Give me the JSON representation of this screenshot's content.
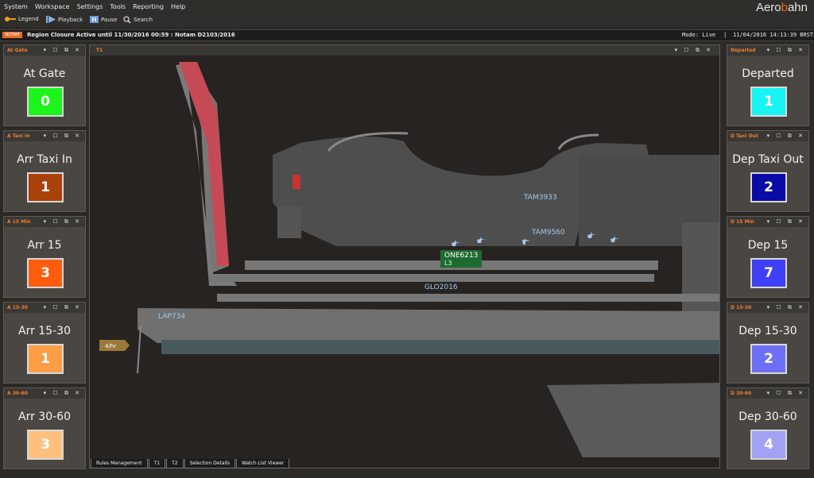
{
  "menu": [
    "System",
    "Workspace",
    "Settings",
    "Tools",
    "Reporting",
    "Help"
  ],
  "brand": {
    "prefix": "Aero",
    "highlight": "b",
    "suffix": "ahn"
  },
  "toolbar": {
    "legend": "Legend",
    "playback": "Playback",
    "pause": "Pause",
    "search": "Search"
  },
  "status": {
    "badge": "NOTAM",
    "message": "Region Closure Active until 11/30/2016 00:59 : Notam D2103/2016",
    "mode": "Mode: Live",
    "sep": "|",
    "datetime": "11/04/2016 14:13:39 BRST"
  },
  "panels_left": [
    {
      "title": "At Gate",
      "label": "At Gate",
      "count": "0",
      "color": "#1cf51c"
    },
    {
      "title": "A Taxi In",
      "label": "Arr Taxi In",
      "count": "1",
      "color": "#a9420a"
    },
    {
      "title": "A 15 Min",
      "label": "Arr 15",
      "count": "3",
      "color": "#ff5d0d"
    },
    {
      "title": "A 15-30",
      "label": "Arr 15-30",
      "count": "1",
      "color": "#ff9d45"
    },
    {
      "title": "A 30-60",
      "label": "Arr 30-60",
      "count": "3",
      "color": "#ffc07e"
    }
  ],
  "panels_right": [
    {
      "title": "Departed",
      "label": "Departed",
      "count": "1",
      "color": "#18f3f3"
    },
    {
      "title": "D Taxi Out",
      "label": "Dep Taxi Out",
      "count": "2",
      "color": "#0a0aa6"
    },
    {
      "title": "D 15 Min",
      "label": "Dep 15",
      "count": "7",
      "color": "#3f3ff5"
    },
    {
      "title": "D 15-30",
      "label": "Dep 15-30",
      "count": "2",
      "color": "#6f6ff5"
    },
    {
      "title": "D 30-60",
      "label": "Dep 30-60",
      "count": "4",
      "color": "#a2a2f5"
    }
  ],
  "panel_controls": "▾  ☐ ⧉ ✕",
  "map": {
    "title": "T1",
    "rate": "4/hr",
    "flights": {
      "f1": "TAM3933",
      "f2": "TAM9560",
      "f3": "ONE6213",
      "f3b": "L3",
      "f4": "GLO2016",
      "f5": "LAP734"
    }
  },
  "tabs": [
    "Rules Management",
    "T1",
    "T2",
    "Selection Details",
    "Watch List Viewer"
  ]
}
